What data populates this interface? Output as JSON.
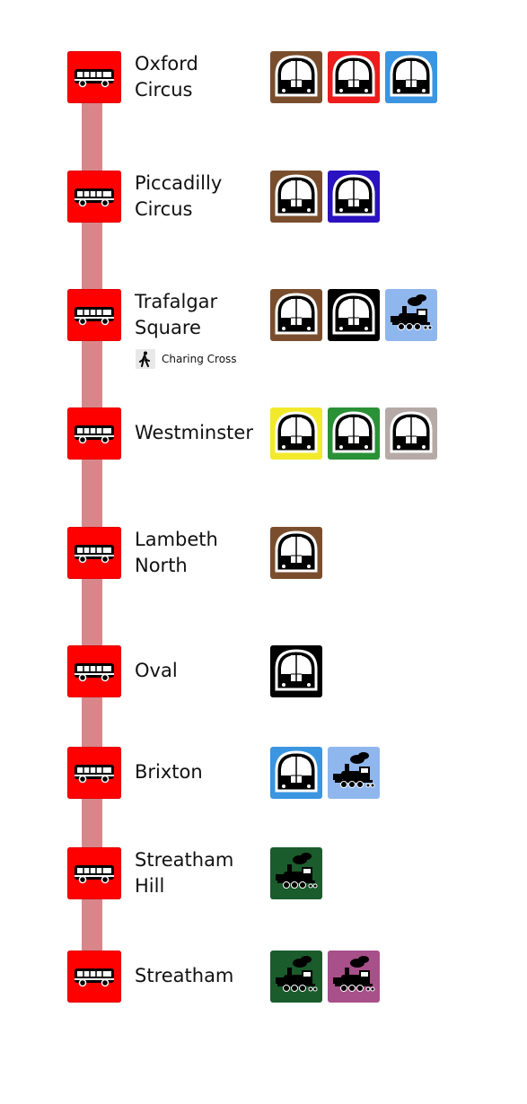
{
  "route": {
    "line_color": "#d9868a",
    "bus_stop_color": "#ff0000",
    "stops": [
      {
        "name": "Oxford\nCircus",
        "modes": [
          {
            "type": "tube",
            "color": "#7a4e2d",
            "icon": "tube-icon"
          },
          {
            "type": "tube",
            "color": "#ee1c1c",
            "icon": "tube-icon"
          },
          {
            "type": "tube",
            "color": "#3b95e0",
            "icon": "tube-icon"
          }
        ]
      },
      {
        "name": "Piccadilly\nCircus",
        "modes": [
          {
            "type": "tube",
            "color": "#7a4e2d",
            "icon": "tube-icon"
          },
          {
            "type": "tube",
            "color": "#2a12c0",
            "icon": "tube-icon"
          }
        ]
      },
      {
        "name": "Trafalgar\nSquare",
        "walk_note": "Charing Cross",
        "modes": [
          {
            "type": "tube",
            "color": "#7a4e2d",
            "icon": "tube-icon"
          },
          {
            "type": "tube",
            "color": "#000000",
            "icon": "tube-icon"
          },
          {
            "type": "rail",
            "color": "#8fb7ee",
            "icon": "steam-train-icon"
          }
        ]
      },
      {
        "name": "Westminster",
        "modes": [
          {
            "type": "tube",
            "color": "#f2e92c",
            "icon": "tube-icon"
          },
          {
            "type": "tube",
            "color": "#2a9136",
            "icon": "tube-icon"
          },
          {
            "type": "tube",
            "color": "#b5aaa6",
            "icon": "tube-icon"
          }
        ]
      },
      {
        "name": "Lambeth\nNorth",
        "modes": [
          {
            "type": "tube",
            "color": "#7a4e2d",
            "icon": "tube-icon"
          }
        ]
      },
      {
        "name": "Oval",
        "modes": [
          {
            "type": "tube",
            "color": "#000000",
            "icon": "tube-icon"
          }
        ]
      },
      {
        "name": "Brixton",
        "modes": [
          {
            "type": "tube",
            "color": "#3b95e0",
            "icon": "tube-icon"
          },
          {
            "type": "rail",
            "color": "#8fb7ee",
            "icon": "steam-train-icon"
          }
        ]
      },
      {
        "name": "Streatham\nHill",
        "modes": [
          {
            "type": "rail",
            "color": "#1a5c2c",
            "icon": "steam-train-icon"
          }
        ]
      },
      {
        "name": "Streatham",
        "modes": [
          {
            "type": "rail",
            "color": "#1a5c2c",
            "icon": "steam-train-icon"
          },
          {
            "type": "rail",
            "color": "#a8508a",
            "icon": "steam-train-icon"
          }
        ]
      }
    ]
  }
}
